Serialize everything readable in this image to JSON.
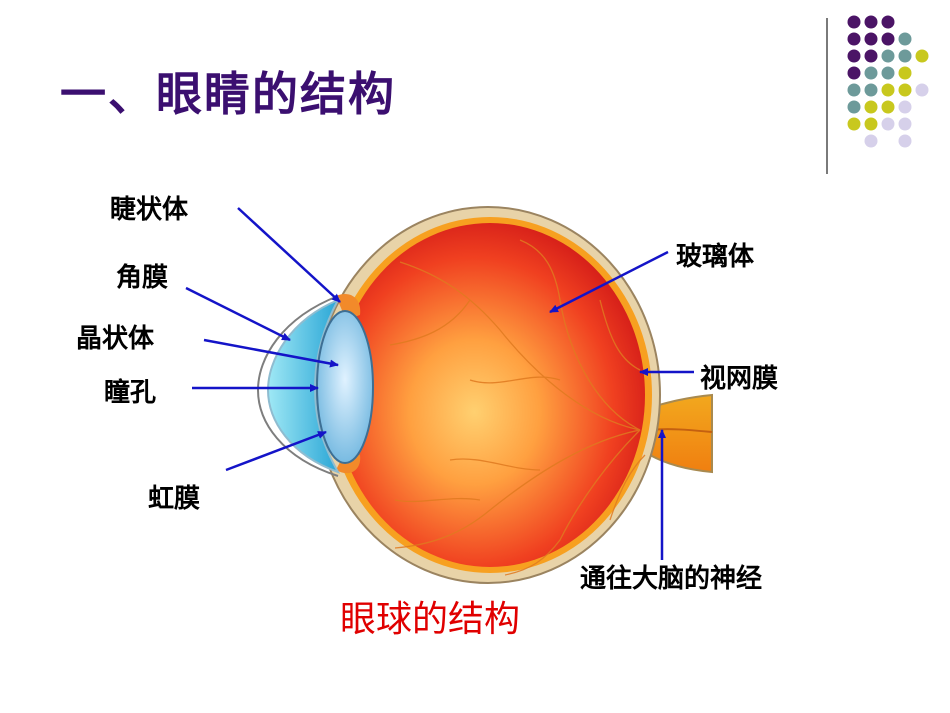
{
  "title": "一、眼睛的结构",
  "caption": "眼球的结构",
  "labels": {
    "ciliary_body": "睫状体",
    "cornea": "角膜",
    "lens": "晶状体",
    "pupil": "瞳孔",
    "iris": "虹膜",
    "vitreous_body": "玻璃体",
    "retina": "视网膜",
    "optic_nerve": "通往大脑的神经"
  },
  "colors": {
    "title": "#3b0f70",
    "caption": "#e00000",
    "arrow": "#1414c8",
    "dot_purple": "#4b1466",
    "dot_teal": "#6d9a9a",
    "dot_yellow": "#c8c81e",
    "dot_lavender": "#d6d0ea"
  }
}
